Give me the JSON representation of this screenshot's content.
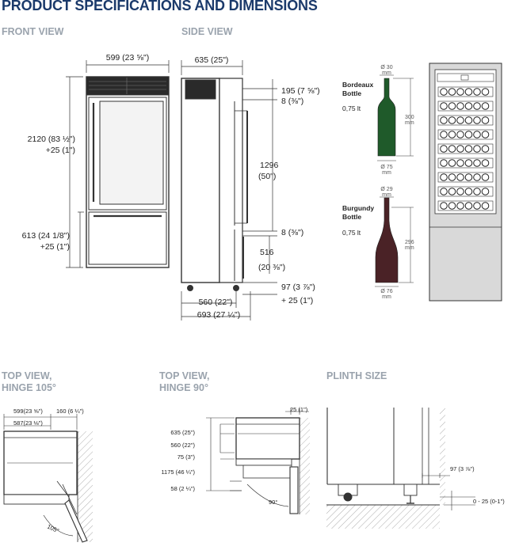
{
  "title": "PRODUCT SPECIFICATIONS AND DIMENSIONS",
  "sections": {
    "front": "FRONT VIEW",
    "side": "SIDE VIEW",
    "top105_line1": "TOP VIEW,",
    "top105_line2": "HINGE 105°",
    "top90_line1": "TOP VIEW,",
    "top90_line2": "HINGE 90°",
    "plinth": "PLINTH SIZE"
  },
  "front_dims": {
    "width": "599 (23 ⅝\")",
    "height_1": "2120 (83 ½\")",
    "height_2": "+25 (1\")",
    "drawer_1": "613 (24 1/8\")",
    "drawer_2": "+25 (1\")"
  },
  "side_dims": {
    "depth_top": "635 (25\")",
    "d195": "195 (7 ⅝\")",
    "d8a": "8 (⅜\")",
    "d1296_1": "1296",
    "d1296_2": "(50\")",
    "d8b": "8 (⅜\")",
    "d516_1": "516",
    "d516_2": "(20 ⅜\")",
    "d97_1": "97 (3 ⅞\")",
    "d97_2": "+ 25 (1\")",
    "d560": "560 (22\")",
    "d693": "693 (27 ¼\")"
  },
  "bottles": {
    "bordeaux_name_1": "Bordeaux",
    "bordeaux_name_2": "Bottle",
    "bordeaux_vol": "0,75 lt",
    "bordeaux_top_1": "Ø 30",
    "bordeaux_top_2": "mm",
    "bordeaux_h_1": "300",
    "bordeaux_h_2": "mm",
    "bordeaux_base_1": "Ø 75",
    "bordeaux_base_2": "mm",
    "burgundy_name_1": "Burgundy",
    "burgundy_name_2": "Bottle",
    "burgundy_vol": "0,75 lt",
    "burgundy_top_1": "Ø 29",
    "burgundy_top_2": "mm",
    "burgundy_h_1": "296",
    "burgundy_h_2": "mm",
    "burgundy_base_1": "Ø 76",
    "burgundy_base_2": "mm",
    "bordeaux_color": "#1f5a2a",
    "burgundy_color": "#4a2226"
  },
  "top105_dims": {
    "w599": "599(23 ⅝\")",
    "w160": "160 (6 ¼\")",
    "w587": "587(23 ⅛\")",
    "angle": "105°"
  },
  "top90_dims": {
    "d25": "25 (1\")",
    "d635": "635 (25\")",
    "d560": "560 (22\")",
    "d75": "75 (3\")",
    "d1175": "1175 (46 ¼\")",
    "d58": "58 (2 ¼\")",
    "angle": "90°"
  },
  "plinth_dims": {
    "d97": "97 (3 ⅞\")",
    "d0_25": "0 - 25 (0-1\")"
  },
  "colors": {
    "title": "#1b3a6b",
    "section": "#9aa3ad",
    "line": "#333333",
    "cabinet": "#d9d9d9",
    "hatch": "#9a9a9a"
  }
}
